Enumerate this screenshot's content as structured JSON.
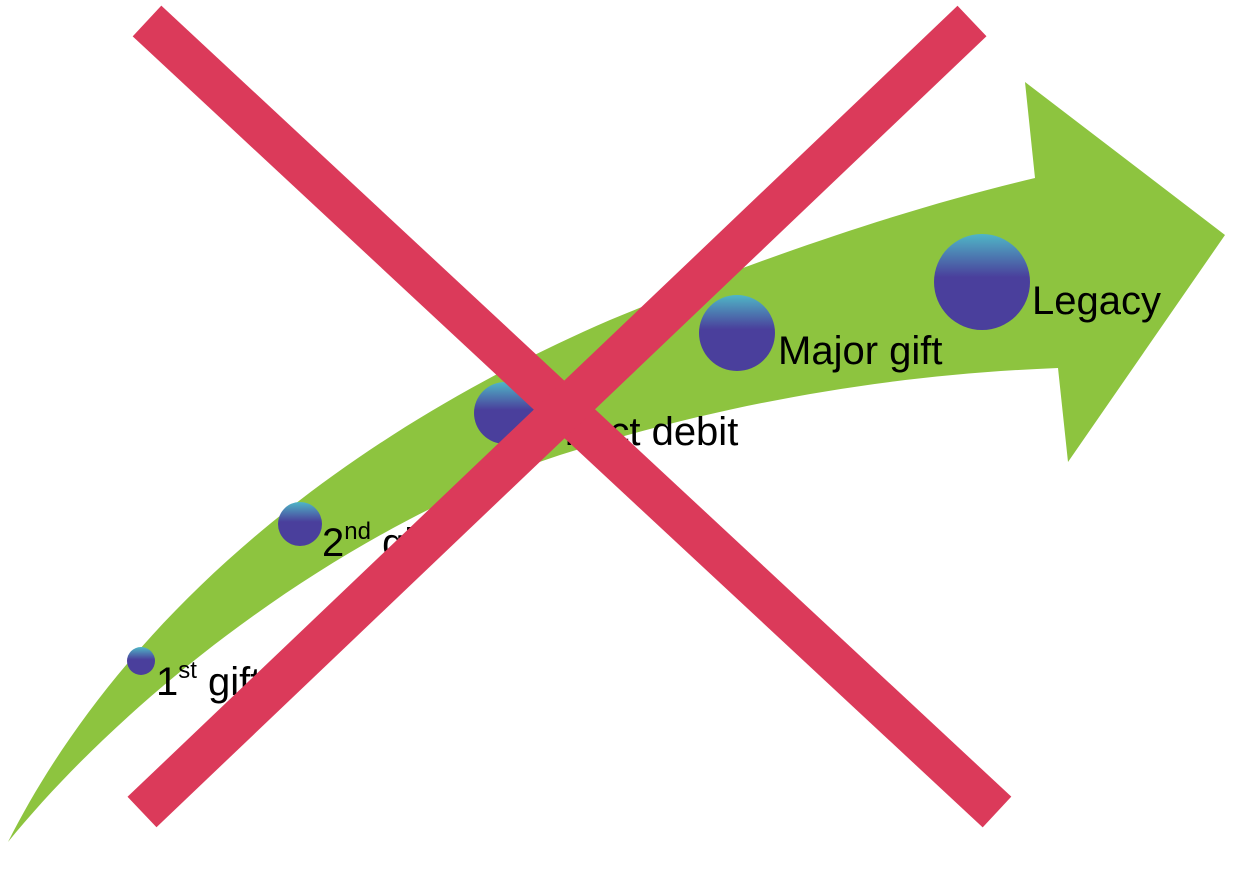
{
  "diagram": {
    "arrow_color": "#8dc43f",
    "cross_color": "#db3a5a",
    "stage_fill_top": "#4fb6c6",
    "stage_fill_bottom": "#4a3f9c",
    "stages": [
      {
        "name": "first-gift",
        "label": "1",
        "sup": "st",
        "rest": " gift"
      },
      {
        "name": "second-gift",
        "label": "2",
        "sup": "nd",
        "rest": " gift"
      },
      {
        "name": "direct-debit",
        "label": "Direct debit",
        "sup": "",
        "rest": ""
      },
      {
        "name": "major-gift",
        "label": "Major gift",
        "sup": "",
        "rest": ""
      },
      {
        "name": "legacy",
        "label": "Legacy",
        "sup": "",
        "rest": ""
      }
    ]
  }
}
